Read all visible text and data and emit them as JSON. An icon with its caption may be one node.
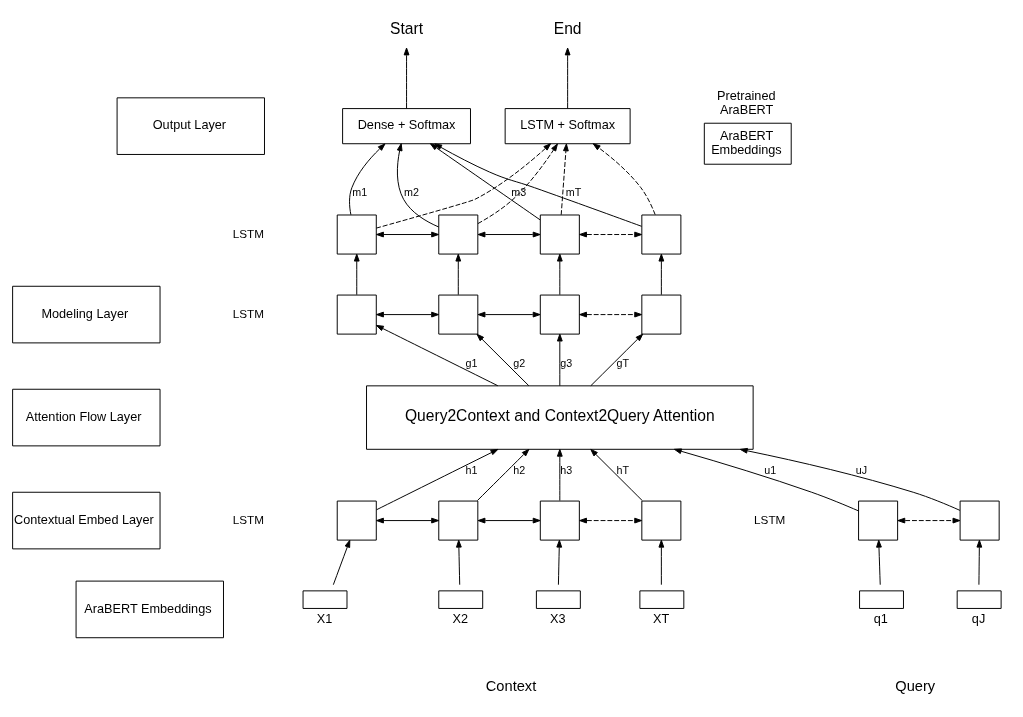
{
  "diagram": {
    "nodes": [
      {
        "text": [
          "Output Layer"
        ]
      },
      {
        "text": [
          "Modeling Layer"
        ]
      },
      {
        "text": [
          "Attention Flow Layer"
        ]
      },
      {
        "text": [
          "Contextual Embed Layer"
        ]
      },
      {
        "text": [
          "AraBERT Embeddings"
        ]
      },
      {
        "text": [
          "Dense + Softmax"
        ]
      },
      {
        "text": [
          "LSTM + Softmax"
        ]
      },
      {
        "text": [
          "Start"
        ]
      },
      {
        "text": [
          "End"
        ]
      },
      {
        "text": [],
        "shape": "box"
      },
      {
        "text": [],
        "shape": "box"
      },
      {
        "text": [],
        "shape": "box"
      },
      {
        "text": [],
        "shape": "box"
      },
      {
        "text": [],
        "shape": "box"
      },
      {
        "text": [],
        "shape": "box"
      },
      {
        "text": [],
        "shape": "box"
      },
      {
        "text": [],
        "shape": "box"
      },
      {
        "text": [
          "Query2Context and Context2Query Attention"
        ]
      },
      {
        "text": [],
        "shape": "box"
      },
      {
        "text": [],
        "shape": "box"
      },
      {
        "text": [],
        "shape": "box"
      },
      {
        "text": [],
        "shape": "box"
      },
      {
        "text": [],
        "shape": "box"
      },
      {
        "text": [],
        "shape": "box"
      },
      {
        "text": [],
        "shape": "box",
        "beside": [
          "X1"
        ]
      },
      {
        "text": [],
        "shape": "box",
        "beside": [
          "X2"
        ]
      },
      {
        "text": [],
        "shape": "box",
        "beside": [
          "X3"
        ]
      },
      {
        "text": [],
        "shape": "box",
        "beside": [
          "XT"
        ]
      },
      {
        "text": [],
        "shape": "box",
        "beside": [
          "q1"
        ]
      },
      {
        "text": [],
        "shape": "box",
        "beside": [
          "qJ"
        ]
      },
      {
        "text": [
          "Pretrained AraBERT",
          "AraBERT Embeddings"
        ]
      }
    ],
    "edges": [
      {
        "from": 5,
        "to": 7,
        "arrow": "to"
      },
      {
        "from": 6,
        "to": 8,
        "arrow": "to"
      },
      {
        "from": 9,
        "to": 5,
        "arrow": "to",
        "label": "m1"
      },
      {
        "from": 9,
        "to": 6,
        "arrow": "to",
        "style": "dashed"
      },
      {
        "from": 10,
        "to": 5,
        "arrow": "to",
        "label": "m2"
      },
      {
        "from": 10,
        "to": 6,
        "arrow": "to",
        "style": "dashed"
      },
      {
        "from": 11,
        "to": 5,
        "arrow": "to",
        "label": "m3"
      },
      {
        "from": 11,
        "to": 6,
        "arrow": "to",
        "style": "dashed"
      },
      {
        "from": 12,
        "to": 5,
        "arrow": "to",
        "label": "mT"
      },
      {
        "from": 12,
        "to": 6,
        "arrow": "to",
        "style": "dashed"
      },
      {
        "from": 9,
        "to": 10,
        "arrow": "both"
      },
      {
        "from": 10,
        "to": 11,
        "arrow": "both"
      },
      {
        "from": 11,
        "to": 12,
        "arrow": "both",
        "style": "dashed"
      },
      {
        "from": 13,
        "to": 9,
        "arrow": "to"
      },
      {
        "from": 14,
        "to": 10,
        "arrow": "to"
      },
      {
        "from": 15,
        "to": 11,
        "arrow": "to"
      },
      {
        "from": 16,
        "to": 12,
        "arrow": "to"
      },
      {
        "from": 13,
        "to": 14,
        "arrow": "both"
      },
      {
        "from": 14,
        "to": 15,
        "arrow": "both"
      },
      {
        "from": 15,
        "to": 16,
        "arrow": "both",
        "style": "dashed"
      },
      {
        "from": 17,
        "to": 13,
        "arrow": "to",
        "label": "g1"
      },
      {
        "from": 17,
        "to": 14,
        "arrow": "to",
        "label": "g2"
      },
      {
        "from": 17,
        "to": 15,
        "arrow": "to",
        "label": "g3"
      },
      {
        "from": 17,
        "to": 16,
        "arrow": "to",
        "label": "gT"
      },
      {
        "from": 18,
        "to": 17,
        "arrow": "to",
        "label": "h1"
      },
      {
        "from": 19,
        "to": 17,
        "arrow": "to",
        "label": "h2"
      },
      {
        "from": 20,
        "to": 17,
        "arrow": "to",
        "label": "h3"
      },
      {
        "from": 21,
        "to": 17,
        "arrow": "to",
        "label": "hT"
      },
      {
        "from": 18,
        "to": 19,
        "arrow": "both"
      },
      {
        "from": 19,
        "to": 20,
        "arrow": "both"
      },
      {
        "from": 20,
        "to": 21,
        "arrow": "both",
        "style": "dashed"
      },
      {
        "from": 22,
        "to": 17,
        "arrow": "to",
        "label": "u1"
      },
      {
        "from": 23,
        "to": 17,
        "arrow": "to",
        "label": "uJ"
      },
      {
        "from": 22,
        "to": 23,
        "arrow": "both",
        "style": "dashed"
      },
      {
        "from": 24,
        "to": 18,
        "arrow": "to"
      },
      {
        "from": 25,
        "to": 19,
        "arrow": "to"
      },
      {
        "from": 26,
        "to": 20,
        "arrow": "to"
      },
      {
        "from": 27,
        "to": 21,
        "arrow": "to"
      },
      {
        "from": 28,
        "to": 22,
        "arrow": "to"
      },
      {
        "from": 29,
        "to": 23,
        "arrow": "to"
      }
    ],
    "labels": [
      "LSTM",
      "LSTM",
      "LSTM",
      "LSTM",
      "Context",
      "Query"
    ]
  }
}
